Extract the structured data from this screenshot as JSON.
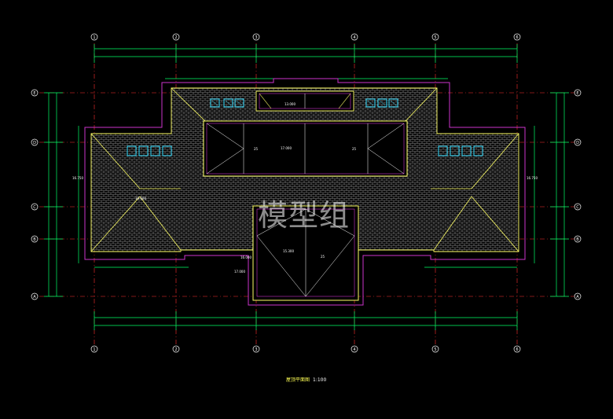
{
  "drawing": {
    "title": "屋顶平面图",
    "scale": "1:100",
    "watermark": "模型组"
  },
  "grid": {
    "columns": [
      "1",
      "2",
      "3",
      "4",
      "5",
      "6"
    ],
    "rows": [
      "E",
      "D",
      "C",
      "B",
      "A"
    ]
  },
  "labels": {
    "elev_top": "13.000",
    "elev_mid": "17.000",
    "elev_lower": "15.300",
    "elev_side_left": "16.750",
    "elev_side_right": "16.750",
    "elev_left_stair": "16.600",
    "elev_low1": "16.000",
    "elev_low2": "17.000",
    "slope": "25"
  },
  "colors": {
    "grid_line": "#ff3030",
    "dimension": "#00ff66",
    "outline": "#cc33cc",
    "roof": "#ffff66",
    "hatch": "#aaaaaa",
    "skylight": "#33ddff"
  }
}
